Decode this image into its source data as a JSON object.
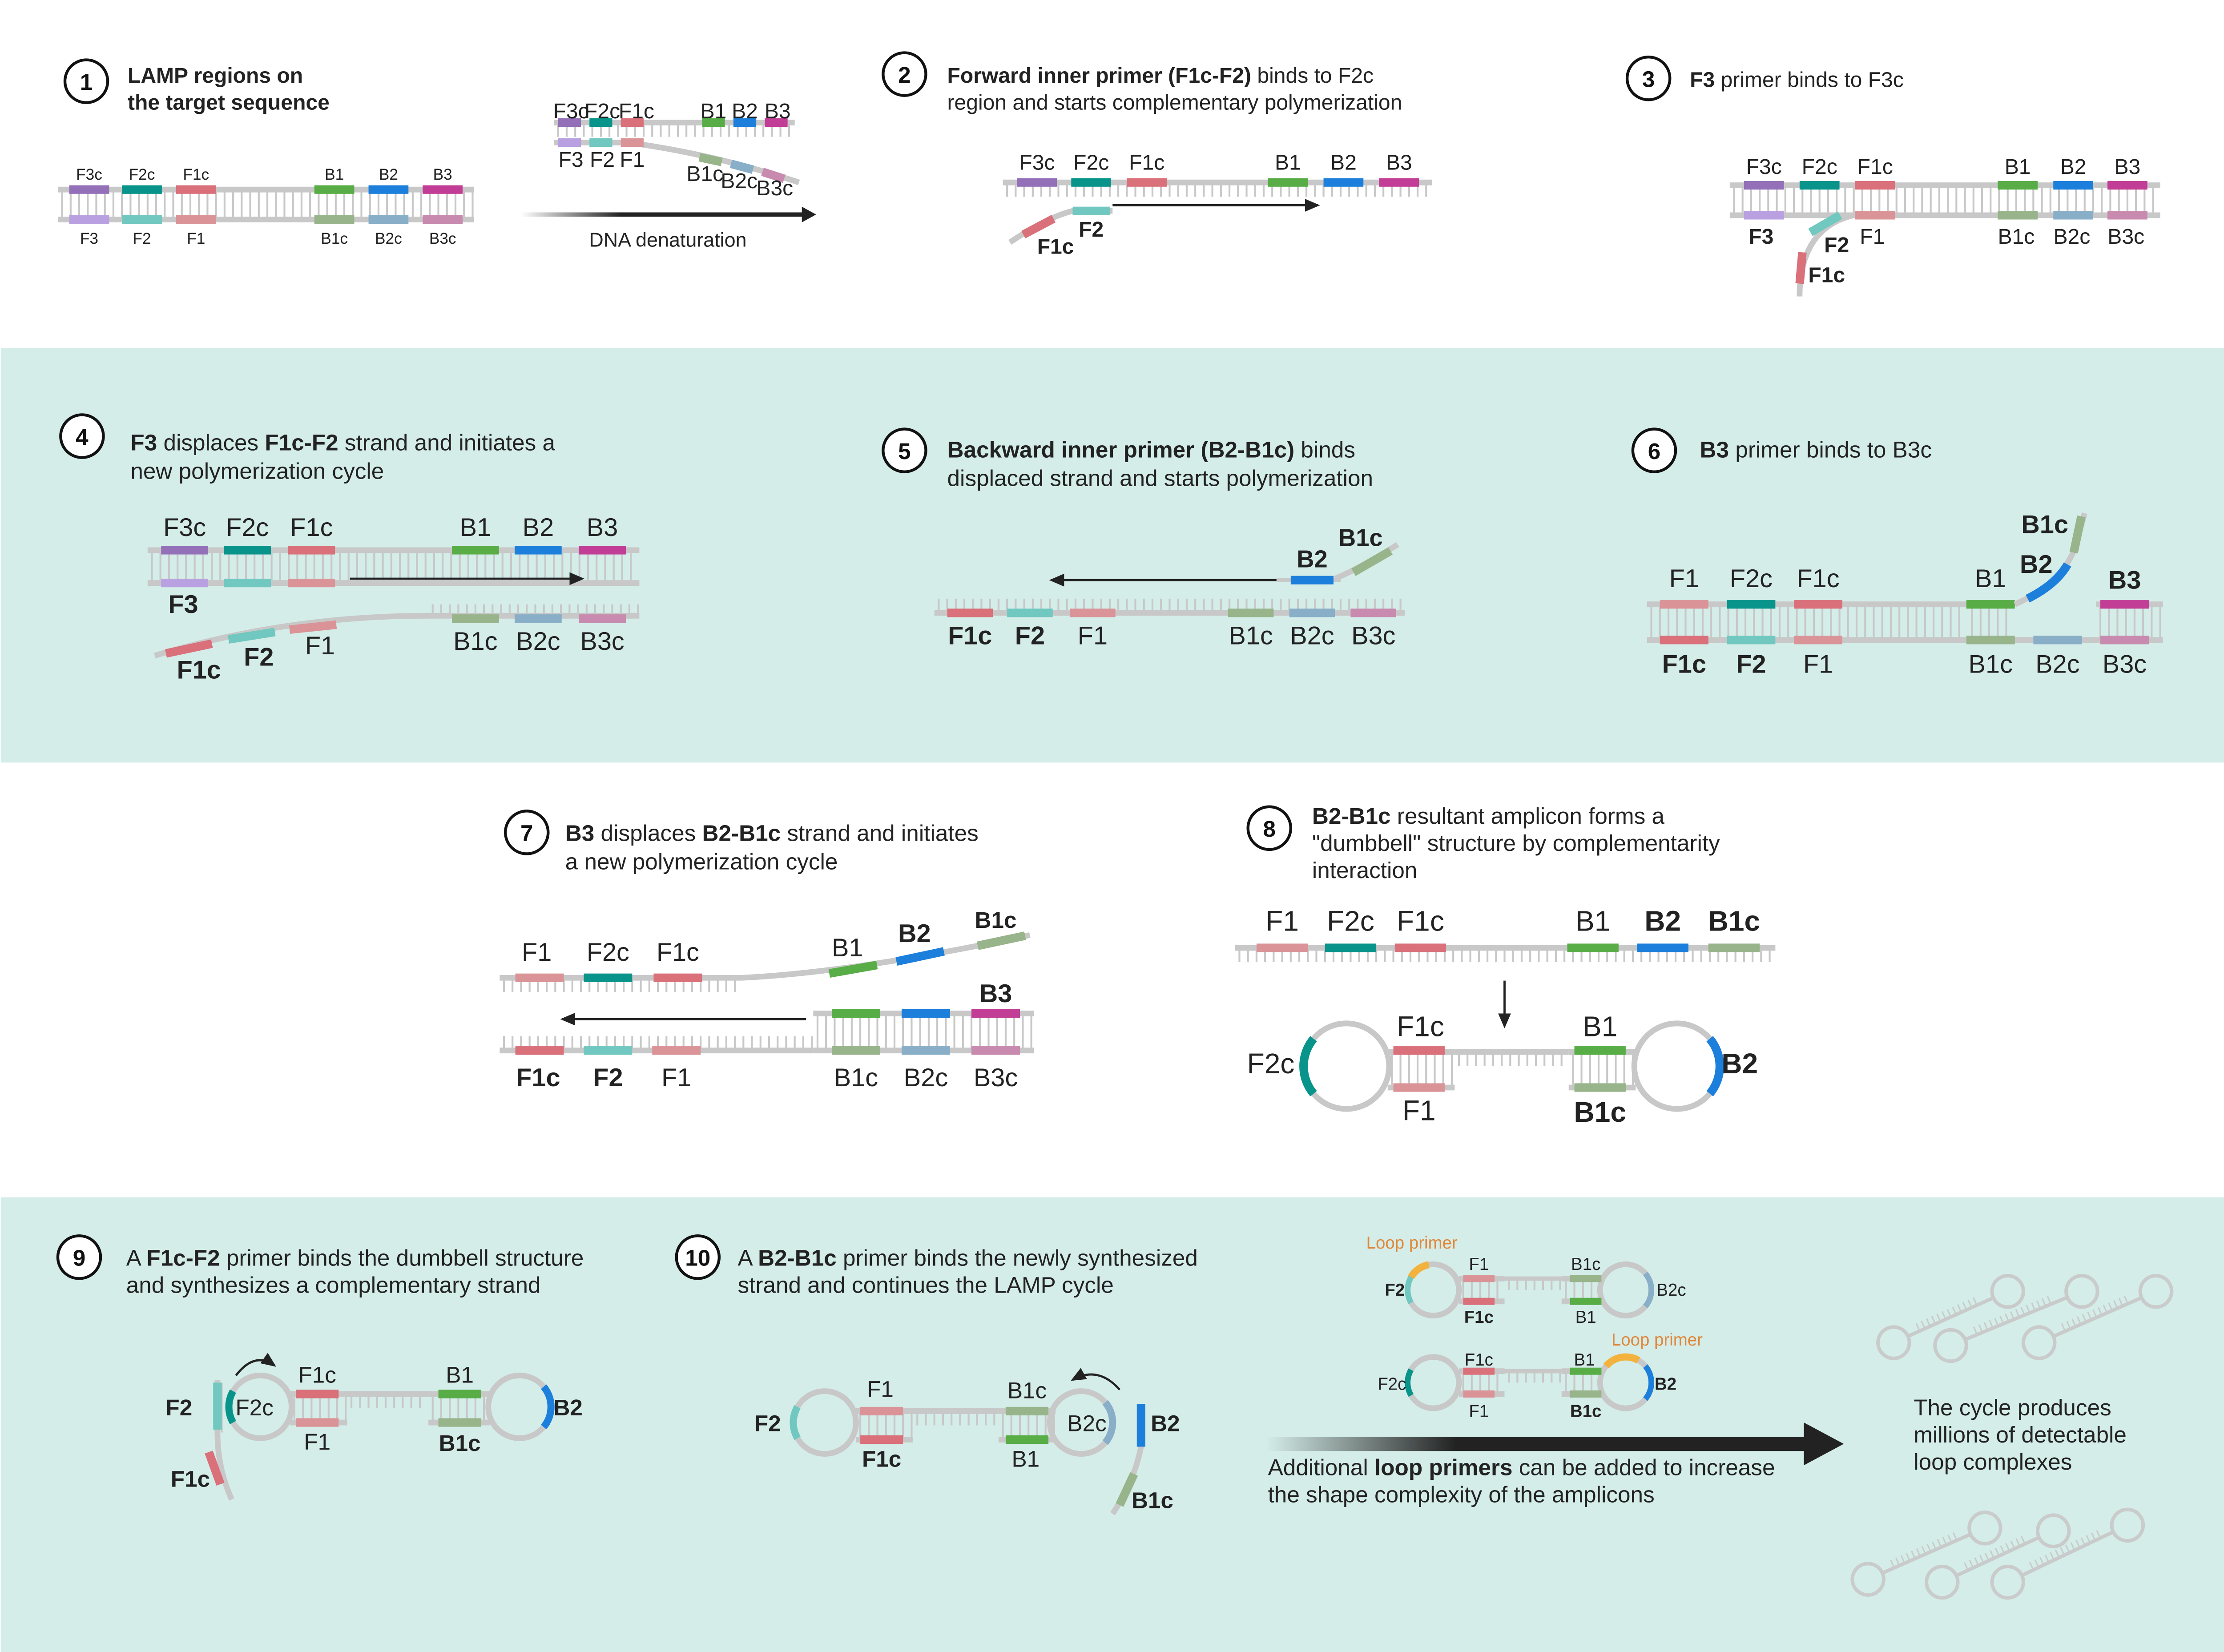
{
  "colors": {
    "F3c": "#9370b8",
    "F2c": "#08948a",
    "F1c": "#d9707a",
    "B1": "#58ad46",
    "B2": "#1d7fdc",
    "B3": "#c23d95",
    "F3": "#b9a0e0",
    "F2": "#70c8c0",
    "F1": "#da9498",
    "B1c": "#98b48a",
    "B2c": "#88aec8",
    "B3c": "#c88aae",
    "backbone": "#c8c8c8",
    "band": "#d4ede9",
    "loop_primer": "#f3b23e",
    "loop_label": "#e0873a",
    "text": "#222222"
  },
  "panels": [
    {
      "number": "1",
      "title": [
        [
          {
            "t": "LAMP regions on",
            "b": true
          }
        ],
        [
          {
            "t": "the target sequence",
            "b": true
          }
        ]
      ],
      "labels": [
        "F3c",
        "F2c",
        "F1c",
        "B1",
        "B2",
        "B3",
        "F3",
        "F2",
        "F1",
        "B1c",
        "B2c",
        "B3c",
        "F3c",
        "F2c",
        "F1c",
        "B1",
        "B2",
        "B3",
        "F3",
        "F2",
        "F1",
        "B1c",
        "B2c",
        "B3c",
        "DNA denaturation"
      ]
    },
    {
      "number": "2",
      "title": [
        [
          {
            "t": "Forward inner primer (F1c-F2)",
            "b": true
          },
          {
            "t": " binds to F2c",
            "b": false
          }
        ],
        [
          {
            "t": "region and starts complementary polymerization",
            "b": false
          }
        ]
      ],
      "labels": [
        "F3c",
        "F2c",
        "F1c",
        "B1",
        "B2",
        "B3",
        "F2",
        "F1c"
      ]
    },
    {
      "number": "3",
      "title": [
        [
          {
            "t": "F3",
            "b": true
          },
          {
            "t": " primer binds to F3c",
            "b": false
          }
        ]
      ],
      "labels": [
        "F3c",
        "F2c",
        "F1c",
        "B1",
        "B2",
        "B3",
        "F3",
        "F2",
        "F1",
        "F1c",
        "B1c",
        "B2c",
        "B3c"
      ]
    },
    {
      "number": "4",
      "title": [
        [
          {
            "t": "F3",
            "b": true
          },
          {
            "t": " displaces ",
            "b": false
          },
          {
            "t": "F1c-F2",
            "b": true
          },
          {
            "t": " strand and initiates a",
            "b": false
          }
        ],
        [
          {
            "t": "new polymerization cycle",
            "b": false
          }
        ]
      ],
      "labels": [
        "F3c",
        "F2c",
        "F1c",
        "B1",
        "B2",
        "B3",
        "F3",
        "F1c",
        "F2",
        "F1",
        "B1c",
        "B2c",
        "B3c"
      ]
    },
    {
      "number": "5",
      "title": [
        [
          {
            "t": "Backward inner primer (B2-B1c)",
            "b": true
          },
          {
            "t": " binds",
            "b": false
          }
        ],
        [
          {
            "t": "displaced strand and starts polymerization",
            "b": false
          }
        ]
      ],
      "labels": [
        "B1c",
        "B2",
        "F1c",
        "F2",
        "F1",
        "B1c",
        "B2c",
        "B3c"
      ]
    },
    {
      "number": "6",
      "title": [
        [
          {
            "t": "B3",
            "b": true
          },
          {
            "t": " primer binds to B3c",
            "b": false
          }
        ]
      ],
      "labels": [
        "F1",
        "F2c",
        "F1c",
        "B1",
        "B1c",
        "B2",
        "B3",
        "F1c",
        "F2",
        "F1",
        "B1c",
        "B2c",
        "B3c"
      ]
    },
    {
      "number": "7",
      "title": [
        [
          {
            "t": "B3",
            "b": true
          },
          {
            "t": " displaces ",
            "b": false
          },
          {
            "t": "B2-B1c",
            "b": true
          },
          {
            "t": " strand and initiates",
            "b": false
          }
        ],
        [
          {
            "t": "a new polymerization cycle",
            "b": false
          }
        ]
      ],
      "labels": [
        "F1",
        "F2c",
        "F1c",
        "B1",
        "B2",
        "B1c",
        "B3",
        "F1c",
        "F2",
        "F1",
        "B1c",
        "B2c",
        "B3c"
      ]
    },
    {
      "number": "8",
      "title": [
        [
          {
            "t": "B2-B1c",
            "b": true
          },
          {
            "t": " resultant amplicon forms a",
            "b": false
          }
        ],
        [
          {
            "t": "\"dumbbell\" structure by complementarity",
            "b": false
          }
        ],
        [
          {
            "t": "interaction",
            "b": false
          }
        ]
      ],
      "labels": [
        "F1",
        "F2c",
        "F1c",
        "B1",
        "B2",
        "B1c",
        "F2c",
        "F1c",
        "F1",
        "B1",
        "B1c",
        "B2"
      ]
    },
    {
      "number": "9",
      "title": [
        [
          {
            "t": "A ",
            "b": false
          },
          {
            "t": "F1c-F2",
            "b": true
          },
          {
            "t": " primer binds the dumbbell structure",
            "b": false
          }
        ],
        [
          {
            "t": "and synthesizes a complementary strand",
            "b": false
          }
        ]
      ],
      "labels": [
        "F2",
        "F2c",
        "F1c",
        "F1",
        "B1",
        "B1c",
        "B2",
        "F1c"
      ]
    },
    {
      "number": "10",
      "title": [
        [
          {
            "t": "A ",
            "b": false
          },
          {
            "t": "B2-B1c",
            "b": true
          },
          {
            "t": " primer binds the newly synthesized",
            "b": false
          }
        ],
        [
          {
            "t": "strand and continues the LAMP cycle",
            "b": false
          }
        ]
      ],
      "labels": [
        "F2",
        "F1",
        "F1c",
        "B1c",
        "B1",
        "B2c",
        "B2",
        "B1c"
      ]
    }
  ],
  "loop_primers": {
    "labels": [
      "Loop primer",
      "F2",
      "F1",
      "F1c",
      "B1c",
      "B1",
      "B2c",
      "Loop primer",
      "F2c",
      "F1c",
      "F1",
      "B1",
      "B1c",
      "B2"
    ],
    "caption": [
      [
        {
          "t": "Additional ",
          "b": false
        },
        {
          "t": "loop primers",
          "b": true
        },
        {
          "t": " can be added to increase",
          "b": false
        }
      ],
      [
        {
          "t": "the shape complexity of the amplicons",
          "b": false
        }
      ]
    ]
  },
  "result": {
    "caption": [
      "The cycle produces",
      "millions of detectable",
      "loop complexes"
    ]
  }
}
